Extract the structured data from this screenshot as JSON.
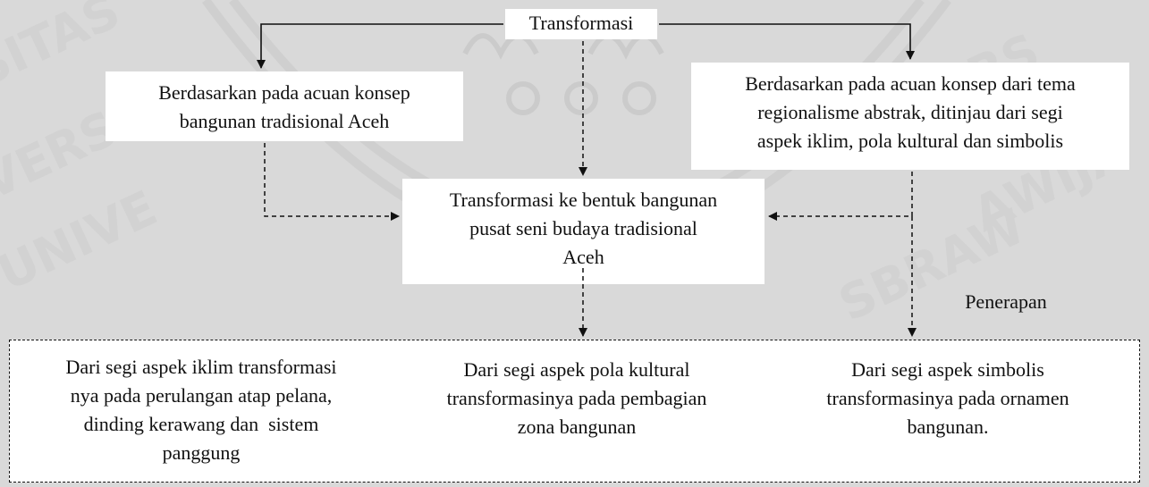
{
  "nodes": {
    "top": {
      "lines": [
        "Transformasi"
      ]
    },
    "left": {
      "lines": [
        "Berdasarkan pada acuan konsep",
        "bangunan tradisional Aceh"
      ]
    },
    "right": {
      "lines": [
        "Berdasarkan pada acuan konsep dari tema",
        "regionalisme abstrak, ditinjau dari segi",
        "aspek iklim, pola kultural dan simbolis"
      ]
    },
    "center": {
      "lines": [
        "Transformasi ke bentuk bangunan",
        "pusat seni budaya tradisional",
        "Aceh"
      ]
    },
    "label_penerapan": {
      "lines": [
        "Penerapan"
      ]
    },
    "bottom_left": {
      "lines": [
        "Dari segi aspek iklim transformasi",
        "nya pada perulangan atap pelana,",
        "dinding kerawang dan  sistem",
        "panggung"
      ]
    },
    "bottom_mid": {
      "lines": [
        "Dari segi aspek pola kultural",
        "transformasinya pada pembagian",
        "zona bangunan"
      ]
    },
    "bottom_right": {
      "lines": [
        "Dari segi aspek simbolis",
        "transformasinya pada ornamen",
        "bangunan."
      ]
    }
  },
  "watermark": {
    "lines": [
      "UNIVERSITAS BRAWIJAYA"
    ]
  }
}
